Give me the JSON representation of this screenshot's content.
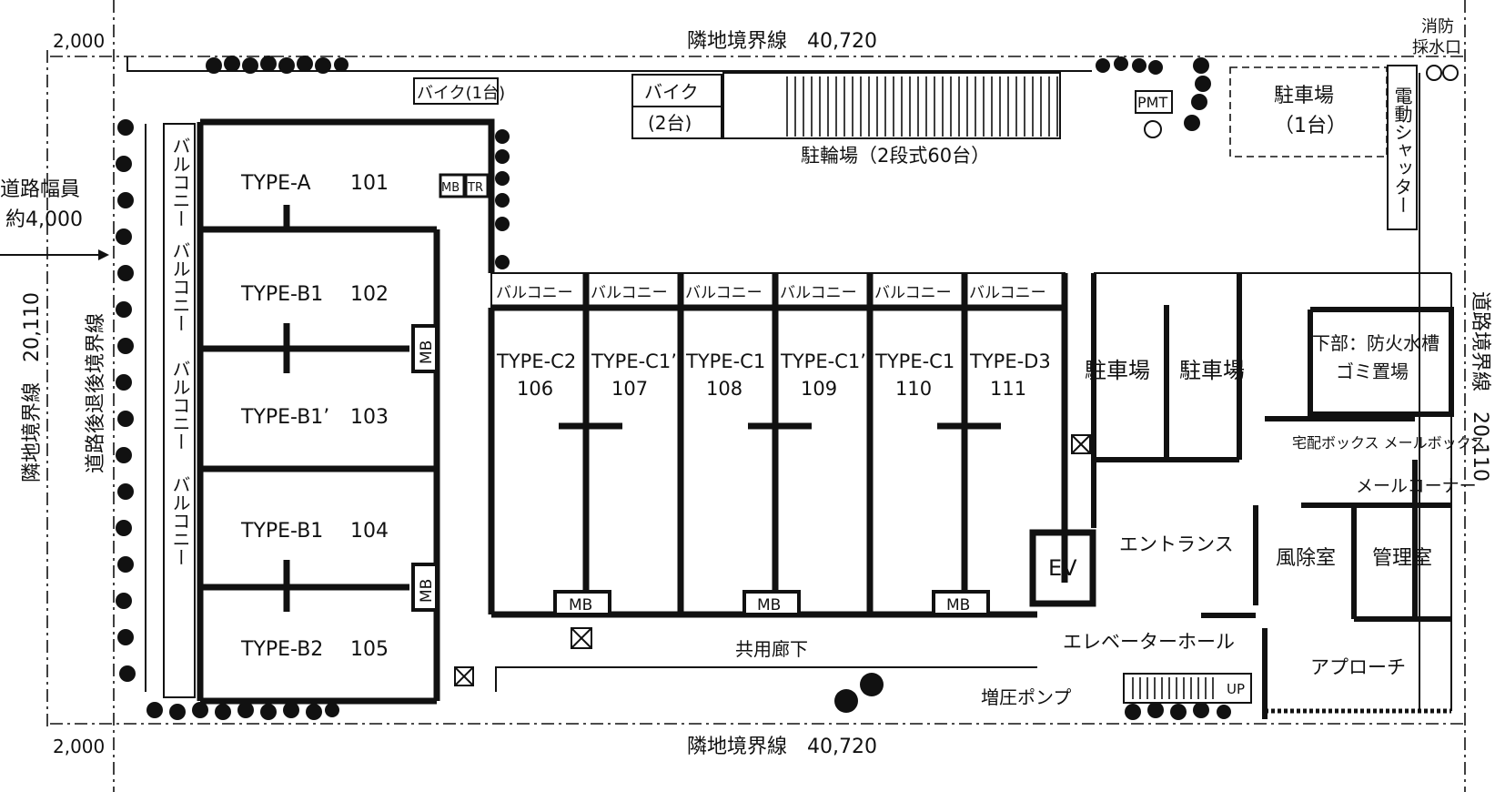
{
  "boundaries": {
    "top_label": "隣地境界線　40,720",
    "bottom_label": "隣地境界線　40,720",
    "left_dim_top": "2,000",
    "left_dim_bottom": "2,000",
    "road_width": "道路幅員",
    "road_width_value": "約4,000",
    "left_neighbor": "隣地境界線　20,110",
    "left_setback": "道路後退後境界線",
    "right_road": "道路境界線　20,110",
    "fire_intake": "消防",
    "fire_intake2": "採水口"
  },
  "north_zone": {
    "bike1": "バイク(1台)",
    "bike2_a": "バイク",
    "bike2_b": "(2台)",
    "bicycle_parking": "駐輪場（2段式60台）",
    "pmt": "PMT",
    "parking_one_a": "駐車場",
    "parking_one_b": "（1台）",
    "shutter": "電動シャッター"
  },
  "west_units": [
    {
      "type": "TYPE-A",
      "number": "101",
      "balcony": "バルコニー"
    },
    {
      "type": "TYPE-B1",
      "number": "102",
      "balcony": "バルコニー"
    },
    {
      "type": "TYPE-B1’",
      "number": "103",
      "balcony": "バルコニー"
    },
    {
      "type": "TYPE-B1",
      "number": "104",
      "balcony": "バルコニー"
    },
    {
      "type": "TYPE-B2",
      "number": "105",
      "balcony": ""
    }
  ],
  "center_units": [
    {
      "type": "TYPE-C2",
      "number": "106",
      "balcony": "バルコニー"
    },
    {
      "type": "TYPE-C1’",
      "number": "107",
      "balcony": "バルコニー"
    },
    {
      "type": "TYPE-C1",
      "number": "108",
      "balcony": "バルコニー"
    },
    {
      "type": "TYPE-C1’",
      "number": "109",
      "balcony": "バルコニー"
    },
    {
      "type": "TYPE-C1",
      "number": "110",
      "balcony": "バルコニー"
    },
    {
      "type": "TYPE-D3",
      "number": "111",
      "balcony": "バルコニー"
    }
  ],
  "equipment": {
    "mb": "MB",
    "tr": "TR",
    "ev": "EV",
    "up": "UP"
  },
  "common": {
    "parking_a": "駐車場",
    "parking_b": "駐車場",
    "fire_tank_a": "下部：防火水槽",
    "fire_tank_b": "ゴミ置場",
    "delivery_mail": "宅配ボックス メールボックス",
    "mail_corner": "メールコーナー",
    "entrance": "エントランス",
    "windbreak": "風除室",
    "manager": "管理室",
    "corridor": "共用廊下",
    "elevator_hall": "エレベーターホール",
    "approach": "アプローチ",
    "booster_pump": "増圧ポンプ"
  }
}
